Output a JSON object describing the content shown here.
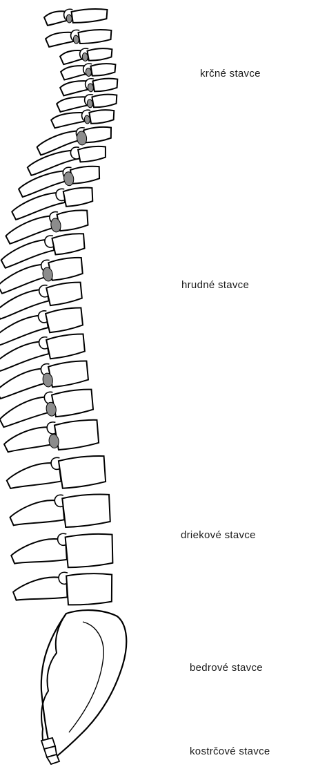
{
  "labels": {
    "cervical": "krčné stavce",
    "thoracic": "hrudné stavce",
    "lumbar": "driekové stavce",
    "sacral": "bedrové stavce",
    "coccyx": "kostrčové stavce"
  },
  "colors": {
    "outline": "#000000",
    "bone_fill": "#ffffff",
    "foramen_fill": "#8c8c8c",
    "text": "#1a1a1a"
  }
}
